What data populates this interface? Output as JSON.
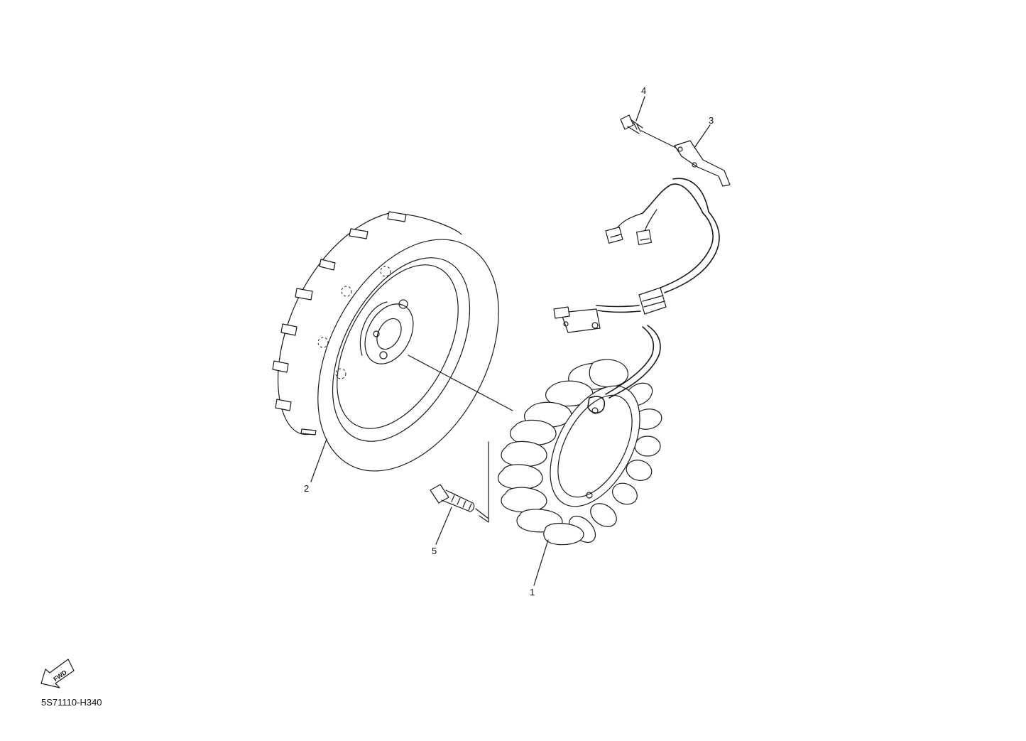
{
  "diagram": {
    "code": "5S71110-H340",
    "fwd_label": "FWD",
    "callouts": [
      {
        "id": "1",
        "label": "1"
      },
      {
        "id": "2",
        "label": "2"
      },
      {
        "id": "3",
        "label": "3"
      },
      {
        "id": "4",
        "label": "4"
      },
      {
        "id": "5",
        "label": "5"
      }
    ]
  }
}
